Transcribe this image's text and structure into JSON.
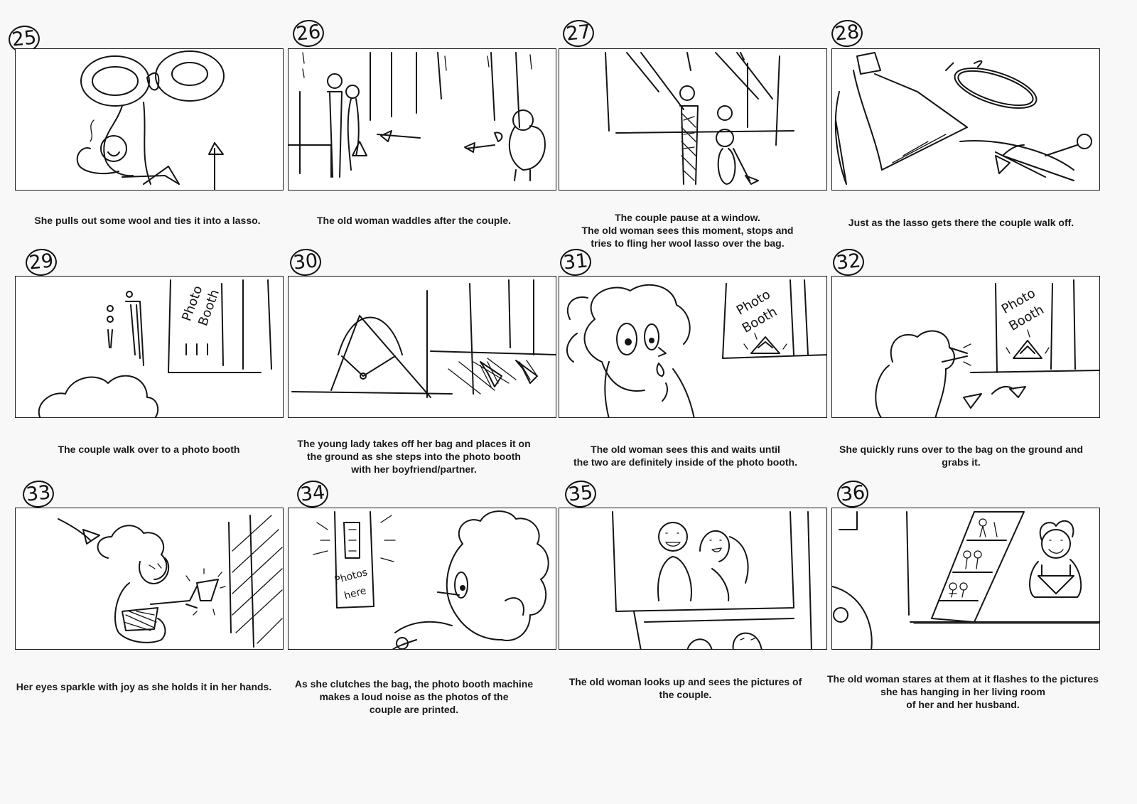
{
  "panels": [
    {
      "number": "25",
      "caption": "She pulls out some wool and ties it into a lasso."
    },
    {
      "number": "26",
      "caption": "The old woman waddles after the couple."
    },
    {
      "number": "27",
      "caption": "The couple pause at a window.\nThe old woman sees this moment, stops and\ntries to fling her wool lasso over the bag."
    },
    {
      "number": "28",
      "caption": "Just as the lasso gets there the couple walk off."
    },
    {
      "number": "29",
      "caption": "The couple walk over to a photo booth"
    },
    {
      "number": "30",
      "caption": "The young lady takes off her bag and places it on\nthe ground as she steps into the photo booth\nwith her boyfriend/partner."
    },
    {
      "number": "31",
      "caption": "The old woman sees this and waits until\nthe two are definitely inside of the photo booth."
    },
    {
      "number": "32",
      "caption": "She quickly runs over to the bag on the ground and\ngrabs it."
    },
    {
      "number": "33",
      "caption": "Her eyes sparkle with joy as she holds it in her hands."
    },
    {
      "number": "34",
      "caption": "As she clutches the bag, the photo booth machine\nmakes a loud noise as the photos of the\ncouple are printed."
    },
    {
      "number": "35",
      "caption": "The old woman looks up and sees the pictures of\nthe couple."
    },
    {
      "number": "36",
      "caption": "The old woman stares at them at it flashes to the pictures\nshe has hanging in her living room\nof her and her husband."
    }
  ],
  "sketch_text": {
    "photo_booth_sign": "Photo Booth",
    "photos_here_sign": "Photos here"
  }
}
